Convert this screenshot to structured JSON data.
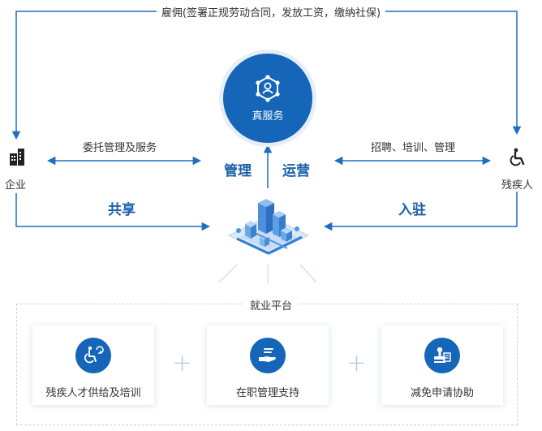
{
  "top_arrow_label": "雇佣(签署正规劳动合同，发放工资，缴纳社保)",
  "center_node": {
    "label": "真服务",
    "icon": "network-person-icon"
  },
  "left_node": {
    "label": "企业",
    "icon": "building-icon"
  },
  "right_node": {
    "label": "残疾人",
    "icon": "wheelchair-icon"
  },
  "left_link_label": "委托管理及服务",
  "right_link_label": "招聘、培训、管理",
  "left_center_label": "管理",
  "right_center_label": "运营",
  "share_label": "共享",
  "settle_label": "入驻",
  "platform_label": "就业平台",
  "platform_icon": "isometric-city-icon",
  "cards": [
    {
      "title": "残疾人才供给及培训",
      "icon": "wheelchair-refresh-icon"
    },
    {
      "title": "在职管理支持",
      "icon": "hand-support-icon"
    },
    {
      "title": "减免申请协助",
      "icon": "stamp-document-icon"
    }
  ],
  "colors": {
    "primary": "#1565b8",
    "heading": "#1a5fa8",
    "line": "#1f6fc0",
    "plus": "#b6c8de"
  }
}
